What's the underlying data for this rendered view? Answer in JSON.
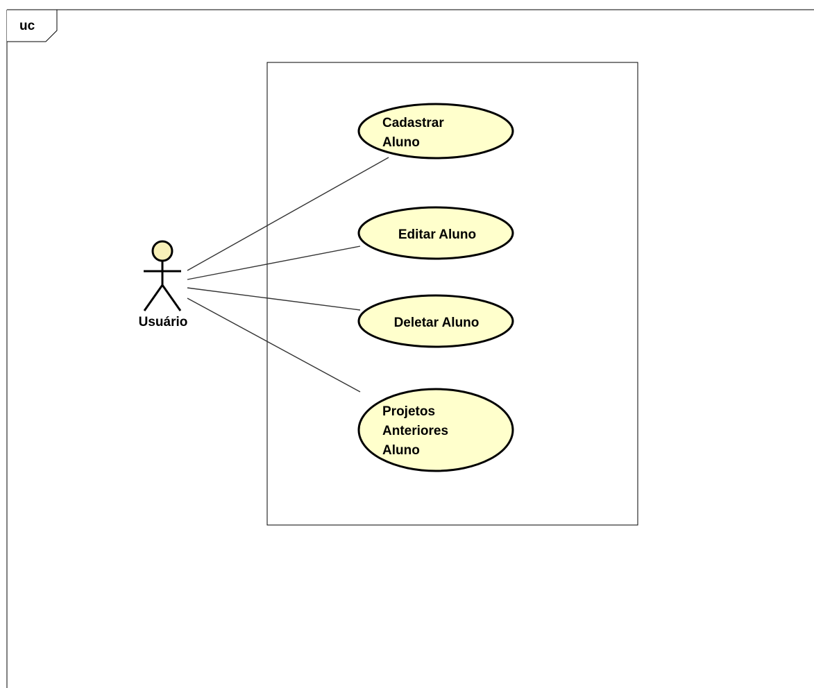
{
  "diagram": {
    "frame_label": "uc",
    "actor": {
      "name": "Usuário"
    },
    "use_cases": [
      {
        "id": "cadastrar",
        "lines": [
          "Cadastrar",
          "Aluno"
        ]
      },
      {
        "id": "editar",
        "lines": [
          "Editar Aluno"
        ]
      },
      {
        "id": "deletar",
        "lines": [
          "Deletar Aluno"
        ]
      },
      {
        "id": "projetos",
        "lines": [
          "Projetos",
          "Anteriores",
          "Aluno"
        ]
      }
    ],
    "colors": {
      "use_case_fill": "#ffffcc",
      "actor_head_fill": "#f8f0b8",
      "stroke": "#000000",
      "association": "#333333"
    }
  }
}
